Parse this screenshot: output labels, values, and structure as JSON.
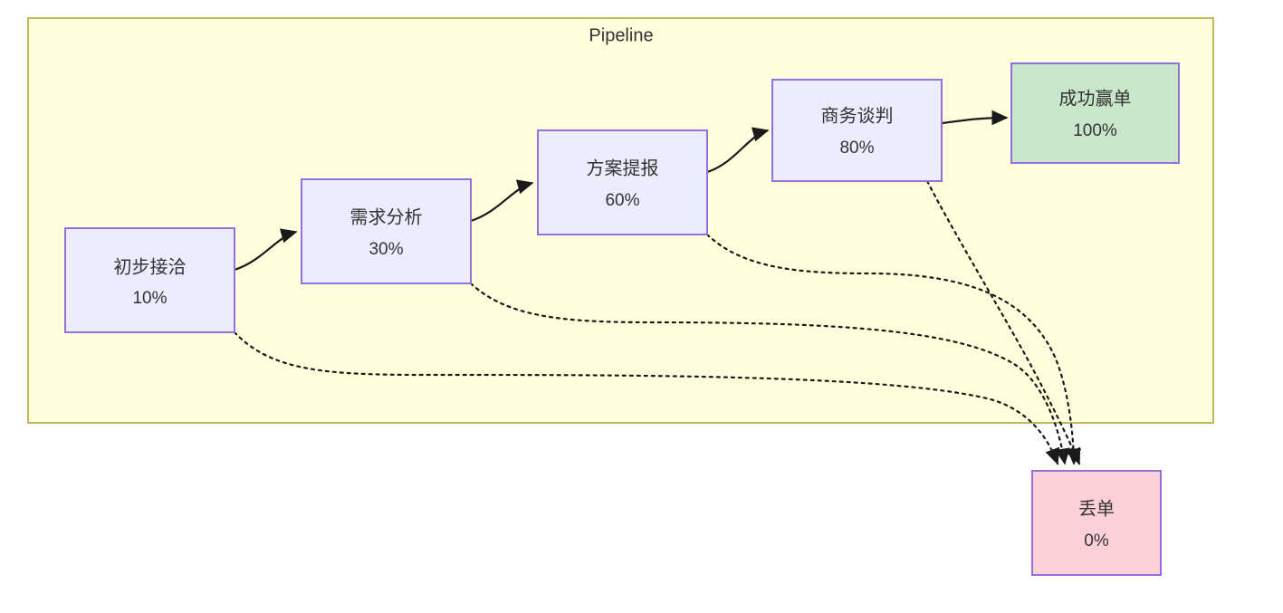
{
  "diagram": {
    "type": "flowchart",
    "direction": "left-to-right",
    "cluster": {
      "title": "Pipeline",
      "fill": "#ffffde",
      "stroke": "#bfb95e"
    },
    "colors": {
      "stage_fill": "#ececff",
      "stage_stroke": "#9370db",
      "win_fill": "#c8e6c9",
      "win_stroke": "#9370db",
      "lost_fill": "#fcd0d8",
      "lost_stroke": "#9370db",
      "edge": "#1a1a1a",
      "text": "#333333"
    },
    "nodes": [
      {
        "id": "s1",
        "label": "初步接洽",
        "percent": "10%",
        "kind": "stage",
        "in_cluster": true
      },
      {
        "id": "s2",
        "label": "需求分析",
        "percent": "30%",
        "kind": "stage",
        "in_cluster": true
      },
      {
        "id": "s3",
        "label": "方案提报",
        "percent": "60%",
        "kind": "stage",
        "in_cluster": true
      },
      {
        "id": "s4",
        "label": "商务谈判",
        "percent": "80%",
        "kind": "stage",
        "in_cluster": true
      },
      {
        "id": "win",
        "label": "成功赢单",
        "percent": "100%",
        "kind": "win",
        "in_cluster": true
      },
      {
        "id": "lost",
        "label": "丢单",
        "percent": "0%",
        "kind": "lost",
        "in_cluster": false
      }
    ],
    "edges": [
      {
        "from": "s1",
        "to": "s2",
        "style": "solid"
      },
      {
        "from": "s2",
        "to": "s3",
        "style": "solid"
      },
      {
        "from": "s3",
        "to": "s4",
        "style": "solid"
      },
      {
        "from": "s4",
        "to": "win",
        "style": "solid"
      },
      {
        "from": "s1",
        "to": "lost",
        "style": "dotted"
      },
      {
        "from": "s2",
        "to": "lost",
        "style": "dotted"
      },
      {
        "from": "s3",
        "to": "lost",
        "style": "dotted"
      },
      {
        "from": "s4",
        "to": "lost",
        "style": "dotted"
      }
    ]
  }
}
